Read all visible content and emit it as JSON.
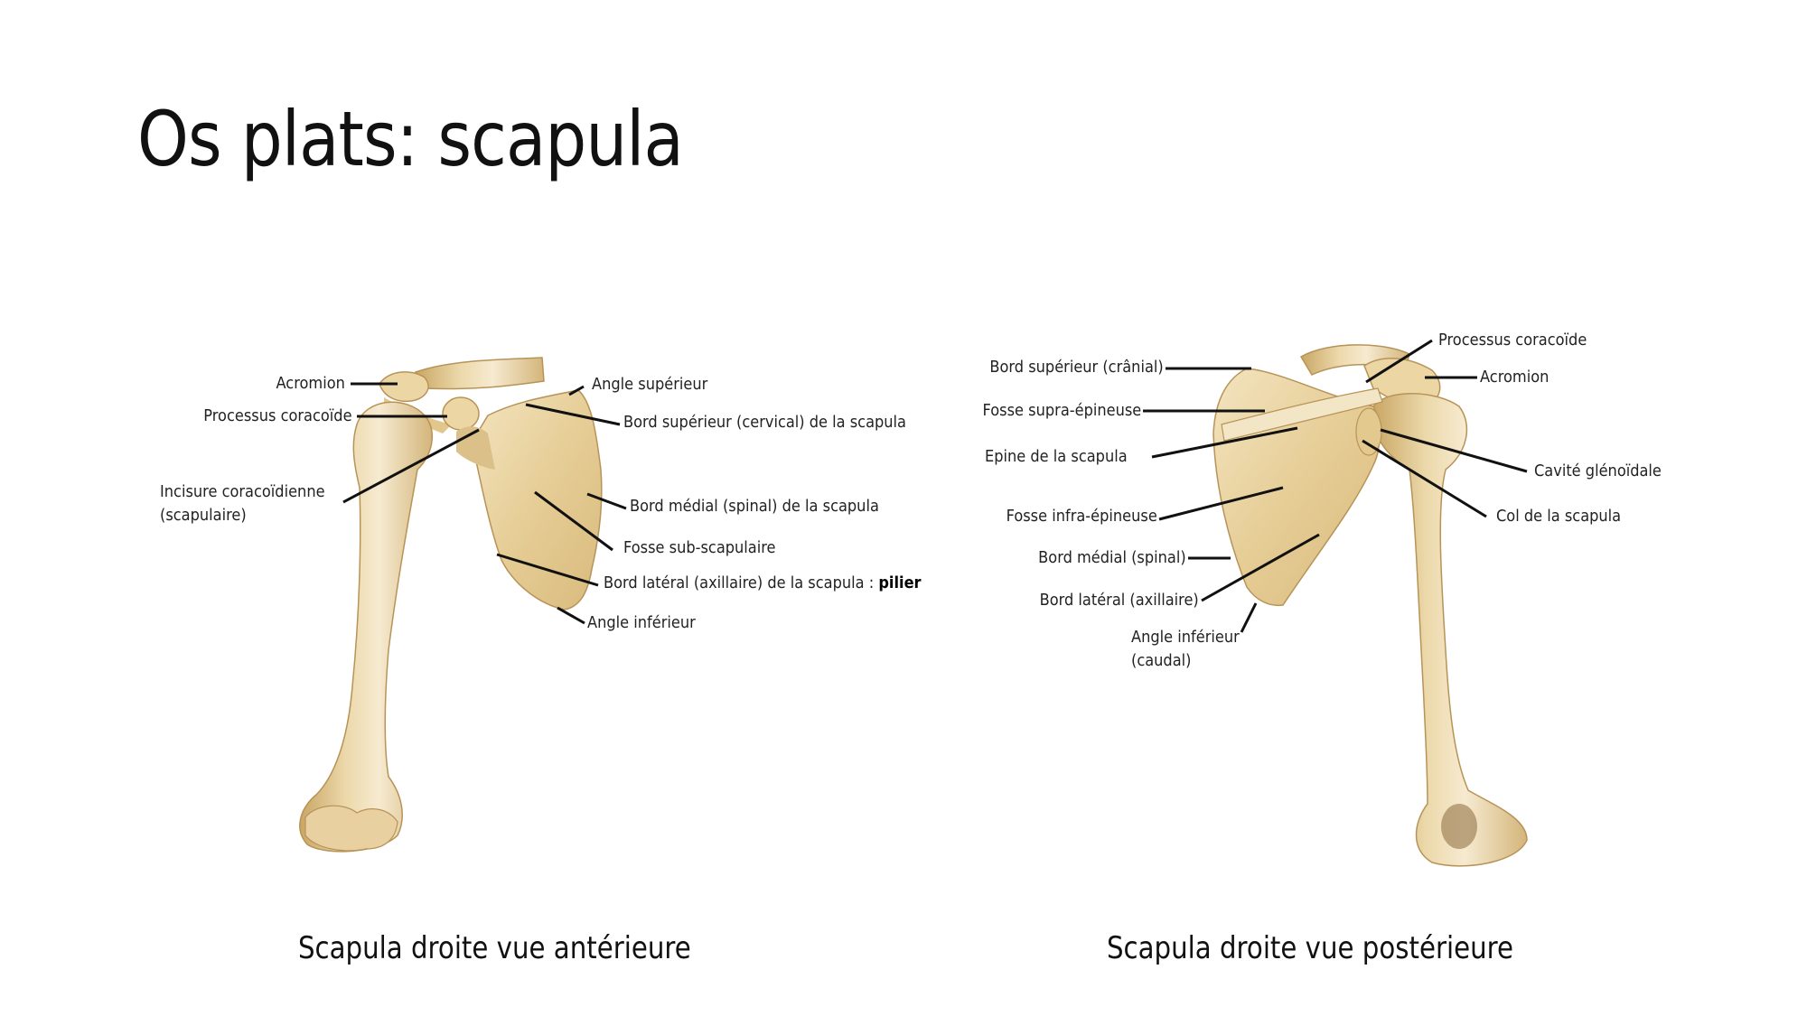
{
  "slide": {
    "title": "Os plats: scapula"
  },
  "figures": [
    {
      "id": "anterior",
      "caption": "Scapula droite vue antérieure",
      "labels": {
        "acromion": "Acromion",
        "processus_coracoide": "Processus coracoïde",
        "incisure_line1": "Incisure coracoïdienne",
        "incisure_line2": "(scapulaire)",
        "angle_superieur": "Angle supérieur",
        "bord_superieur": "Bord supérieur (cervical) de la scapula",
        "bord_medial": "Bord médial (spinal) de la scapula",
        "fosse_sub": "Fosse sub-scapulaire",
        "bord_lateral": "Bord latéral (axillaire) de la scapula : ",
        "bord_lateral_bold": "pilier",
        "angle_inferieur": "Angle inférieur"
      }
    },
    {
      "id": "posterior",
      "caption": "Scapula droite vue postérieure",
      "labels": {
        "bord_superieur": "Bord supérieur (crânial)",
        "fosse_supra": "Fosse supra-épineuse",
        "epine": "Epine de la scapula",
        "fosse_infra": "Fosse infra-épineuse",
        "bord_medial": "Bord médial (spinal)",
        "bord_lateral": "Bord latéral (axillaire)",
        "angle_inferieur_line1": "Angle inférieur",
        "angle_inferieur_line2": "(caudal)",
        "processus_coracoide": "Processus coracoïde",
        "acromion": "Acromion",
        "cavite_glenoidale": "Cavité glénoïdale",
        "col": "Col de la scapula"
      }
    }
  ],
  "colors": {
    "bone": "#e8d2a0",
    "bone_shadow": "#c9a664",
    "bone_highlight": "#f7ecd2",
    "leader_line": "#111111"
  }
}
